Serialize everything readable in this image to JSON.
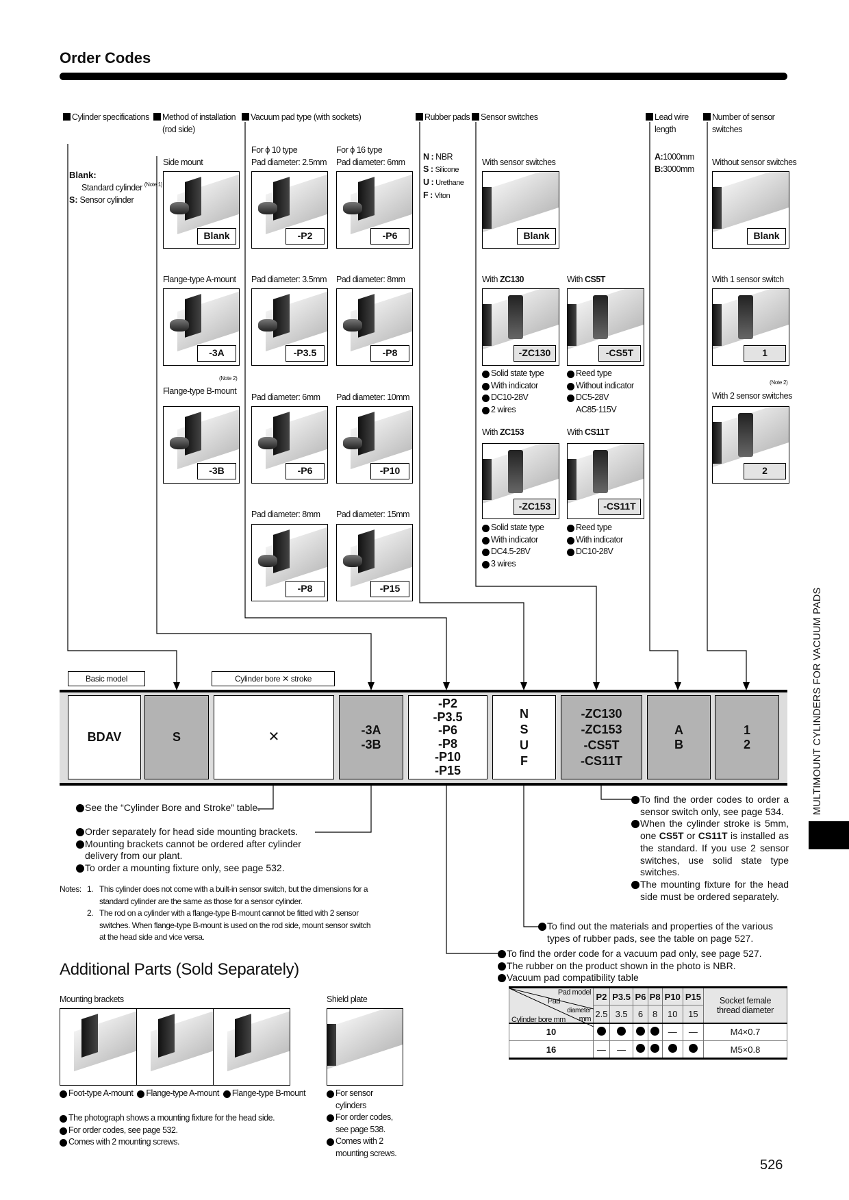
{
  "title": "Order Codes",
  "headers": {
    "cyl": "Cylinder specifications",
    "method1": "Method of installation",
    "method2": "(rod side)",
    "vacuum": "Vacuum pad type (with sockets)",
    "rubber": "Rubber pads",
    "sensor": "Sensor switches",
    "lead1": "Lead wire",
    "lead2": "length",
    "num1": "Number of sensor",
    "num2": "switches"
  },
  "cyl_spec": {
    "blank": "Blank:",
    "standard": "Standard cylinder",
    "note1": "(Note 1)",
    "s_code": "S:",
    "sensor": "Sensor cylinder"
  },
  "install": [
    {
      "label": "Side mount",
      "code": "Blank"
    },
    {
      "label": "Flange-type A-mount",
      "code": "-3A"
    },
    {
      "label": "Flange-type B-mount",
      "note": "(Note 2)",
      "code": "-3B"
    }
  ],
  "pads": {
    "type10": "For ϕ 10 type",
    "type16": "For ϕ 16 type",
    "p10": [
      {
        "label": "Pad diameter: 2.5mm",
        "code": "-P2"
      },
      {
        "label": "Pad diameter: 3.5mm",
        "code": "-P3.5"
      },
      {
        "label": "Pad diameter: 6mm",
        "code": "-P6"
      },
      {
        "label": "Pad diameter: 8mm",
        "code": "-P8"
      }
    ],
    "p16": [
      {
        "label": "Pad diameter: 6mm",
        "code": "-P6"
      },
      {
        "label": "Pad diameter: 8mm",
        "code": "-P8"
      },
      {
        "label": "Pad diameter: 10mm",
        "code": "-P10"
      },
      {
        "label": "Pad diameter: 15mm",
        "code": "-P15"
      }
    ]
  },
  "rubber": [
    {
      "code": "N",
      "sep": ":",
      "name": "NBR"
    },
    {
      "code": "S",
      "sep": ":",
      "name": "Silicone"
    },
    {
      "code": "U",
      "sep": ":",
      "name": "Urethane"
    },
    {
      "code": "F",
      "sep": ":",
      "name": "Viton"
    }
  ],
  "sensors": {
    "with_label": "With sensor switches",
    "blank": "Blank",
    "with": "With ",
    "items": [
      {
        "name": "ZC130",
        "code": "-ZC130",
        "specs": [
          "Solid state type",
          "With indicator",
          "DC10-28V",
          "2 wires"
        ]
      },
      {
        "name": "CS5T",
        "code": "-CS5T",
        "specs": [
          "Reed type",
          "Without indicator",
          "DC5-28V",
          "AC85-115V"
        ]
      },
      {
        "name": "ZC153",
        "code": "-ZC153",
        "specs": [
          "Solid state type",
          "With indicator",
          "DC4.5-28V",
          "3 wires"
        ]
      },
      {
        "name": "CS11T",
        "code": "-CS11T",
        "specs": [
          "Reed type",
          "With indicator",
          "DC10-28V"
        ]
      }
    ]
  },
  "lead": [
    {
      "code": "A",
      "sep": ":",
      "len": "1000mm"
    },
    {
      "code": "B",
      "sep": ":",
      "len": "3000mm"
    }
  ],
  "count": [
    {
      "label": "Without sensor switches",
      "code": "Blank"
    },
    {
      "label": "With 1 sensor switch",
      "code": "1"
    },
    {
      "label": "With 2 sensor switches",
      "note": "(Note 2)",
      "code": "2"
    }
  ],
  "order_row": {
    "basic_model_tag": "Basic model",
    "bore_tag": "Cylinder bore ✕ stroke",
    "boxes": [
      "BDAV",
      "S",
      "✕",
      "-3A\n-3B",
      "-P2\n-P3.5\n-P6\n-P8\n-P10\n-P15",
      "N\nS\nU\nF",
      "-ZC130\n-ZC153\n-CS5T\n-CS11T",
      "A\nB",
      "1\n2"
    ]
  },
  "left_notes": [
    "See the “Cylinder Bore and Stroke” table.",
    "Order separately for head side mounting brackets.",
    "Mounting brackets cannot be ordered after cylinder delivery from our plant.",
    "To order a mounting fixture only, see page 532."
  ],
  "notes": {
    "label": "Notes:",
    "n1_num": "1.",
    "n1": "This cylinder does not come with a built-in sensor switch, but the dimensions for a standard cylinder are the same as those for a sensor cylinder.",
    "n2_num": "2.",
    "n2": "The rod on a cylinder with a flange-type B-mount cannot be fitted with 2 sensor switches. When flange-type B-mount is used on the rod side, mount sensor switch at the head side and vice versa."
  },
  "right_notes": {
    "s1": "To find the order codes to order a sensor switch only, see page 534.",
    "s2a": "When the cylinder stroke is 5mm, one ",
    "s2b": "CS5T",
    "s2c": " or ",
    "s2d": "CS11T",
    "s2e": " is installed as the standard. If you use 2 sensor switches, use solid state type switches.",
    "s3": "The mounting fixture for the head side must be ordered separately.",
    "rubber": "To find out the materials and properties of the various types of rubber pads, see the table on page 527.",
    "pad1": "To find the order code for a vacuum pad only, see page 527.",
    "pad2": "The rubber on the product shown in the photo is NBR.",
    "pad3": "Vacuum pad compatibility table"
  },
  "compat": {
    "pad_model": "Pad model",
    "pad_diam1": "Pad",
    "pad_diam2": "diameter",
    "pad_diam3": "mm",
    "bore": "Cylinder bore  mm",
    "socket": "Socket female thread diameter",
    "models": [
      "P2",
      "P3.5",
      "P6",
      "P8",
      "P10",
      "P15"
    ],
    "diameters": [
      "2.5",
      "3.5",
      "6",
      "8",
      "10",
      "15"
    ],
    "rows": [
      {
        "bore": "10",
        "compat": [
          true,
          true,
          true,
          true,
          false,
          false
        ],
        "thread": "M4×0.7"
      },
      {
        "bore": "16",
        "compat": [
          false,
          false,
          true,
          true,
          true,
          true
        ],
        "thread": "M5×0.8"
      }
    ],
    "none": "—"
  },
  "additional": {
    "title": "Additional Parts (Sold Separately)",
    "brackets_label": "Mounting brackets",
    "brackets": [
      "Foot-type A-mount",
      "Flange-type A-mount",
      "Flange-type B-mount"
    ],
    "bracket_notes": [
      "The photograph shows a mounting fixture for the head side.",
      "For order codes, see page 532.",
      "Comes with 2 mounting screws."
    ],
    "shield_label": "Shield plate",
    "shield_notes": [
      "For sensor cylinders",
      "For order codes, see page 538.",
      "Comes with 2 mounting screws."
    ]
  },
  "side_text": "MULTIMOUNT CYLINDERS FOR VACUUM PADS",
  "page_number": "526"
}
